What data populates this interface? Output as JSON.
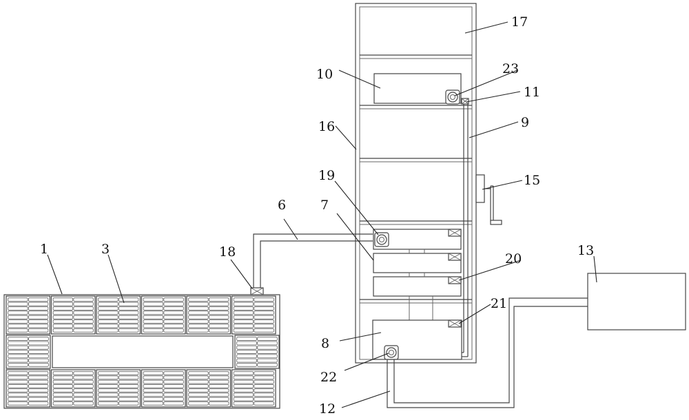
{
  "diagram": {
    "colors": {
      "line": "#444444",
      "text": "#111111",
      "background": "#ffffff"
    },
    "labels": {
      "l1": "1",
      "l3": "3",
      "l6": "6",
      "l7": "7",
      "l8": "8",
      "l9": "9",
      "l10": "10",
      "l11": "11",
      "l12": "12",
      "l13": "13",
      "l15": "15",
      "l16": "16",
      "l17": "17",
      "l18": "18",
      "l19": "19",
      "l20": "20",
      "l21": "21",
      "l22": "22",
      "l23": "23"
    },
    "components": [
      {
        "id": "panel-array",
        "icon": "grid-panel"
      },
      {
        "id": "tower",
        "icon": "vertical-cabinet"
      },
      {
        "id": "pumps",
        "icon": "circle-pump"
      },
      {
        "id": "valves",
        "icon": "cross-valve"
      },
      {
        "id": "crank",
        "icon": "hand-crank"
      },
      {
        "id": "tank",
        "icon": "rectangle-box"
      }
    ]
  }
}
